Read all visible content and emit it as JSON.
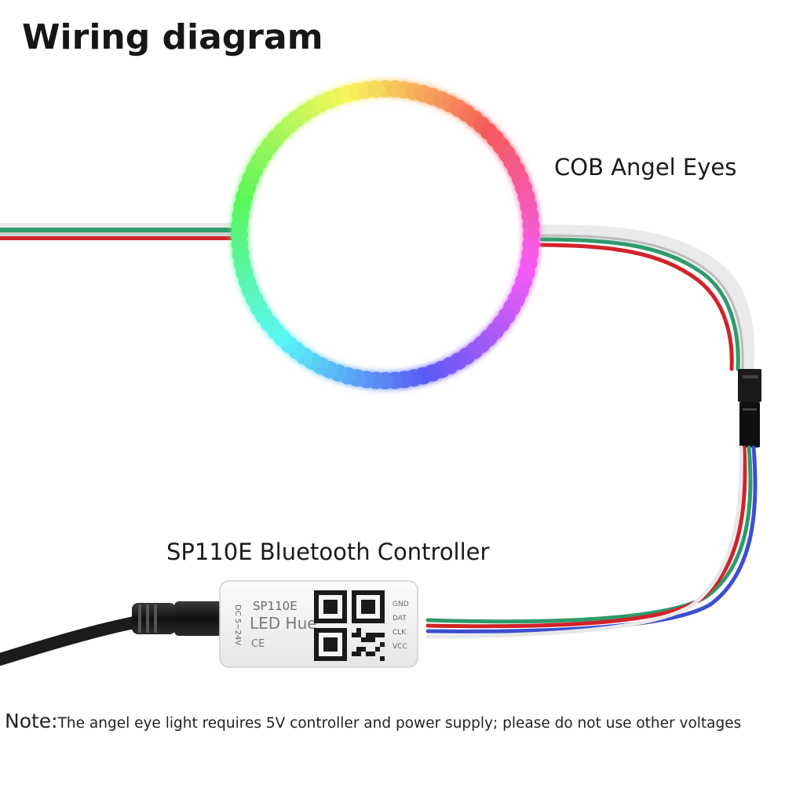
{
  "title": "Wiring diagram",
  "labels": {
    "ring": "COB Angel Eyes",
    "controller": "SP110E Bluetooth Controller"
  },
  "controller_box": {
    "model": "SP110E",
    "brand": "LED Hue",
    "voltage": "DC 5~24V",
    "marks": "CE",
    "pins": [
      "GND",
      "DAT",
      "CLK",
      "VCC"
    ]
  },
  "note": {
    "lead": "Note:",
    "text": "The angel eye light requires 5V controller and power supply; please do not use other voltages"
  },
  "colors": {
    "wire_red": "#d2232a",
    "wire_green": "#2f9a6b",
    "wire_white": "#f2f2f2",
    "wire_blue": "#3b4fd1",
    "cable_black": "#1c1c1c",
    "controller_body": "#f4f4f4"
  }
}
